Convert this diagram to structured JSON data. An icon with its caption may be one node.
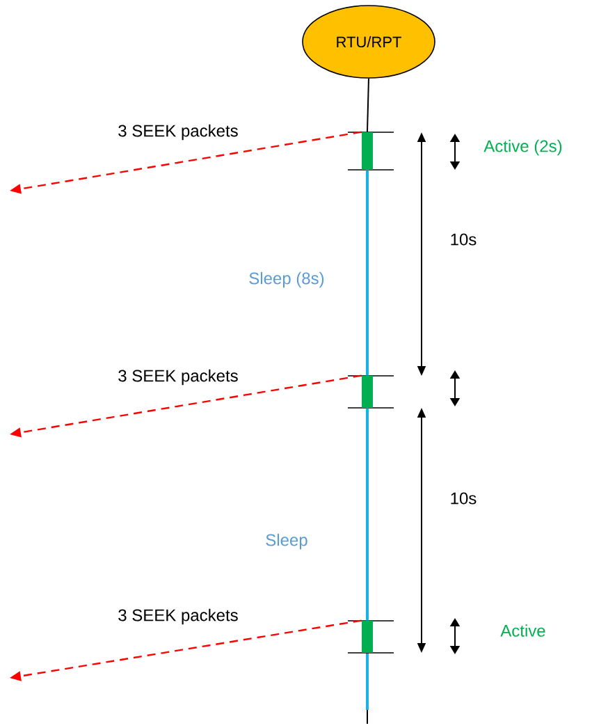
{
  "diagram": {
    "nodes": [
      {
        "text": [
          "RTU/RPT"
        ]
      },
      {
        "text": [],
        "shape": "bar"
      },
      {
        "text": [],
        "shape": "bar"
      },
      {
        "text": [],
        "shape": "bar"
      }
    ],
    "edges": [
      {
        "from": 0,
        "to": 1,
        "arrow": "none",
        "color": "#000000"
      },
      {
        "from": 1,
        "to": 2,
        "arrow": "none",
        "color": "#1ab0e8"
      },
      {
        "from": 2,
        "to": 3,
        "arrow": "none",
        "color": "#1ab0e8"
      },
      {
        "from": 1,
        "to": null,
        "arrow": "to",
        "label": "3 SEEK packets",
        "style": "dashed",
        "color": "#ff0000"
      },
      {
        "from": 2,
        "to": null,
        "arrow": "to",
        "label": "3 SEEK packets",
        "style": "dashed",
        "color": "#ff0000"
      },
      {
        "from": 3,
        "to": null,
        "arrow": "to",
        "label": "3 SEEK packets",
        "style": "dashed",
        "color": "#ff0000"
      }
    ],
    "labels": [
      "Active (2s)",
      "10s",
      "Sleep (8s)",
      "10s",
      "Sleep",
      "Active"
    ]
  }
}
